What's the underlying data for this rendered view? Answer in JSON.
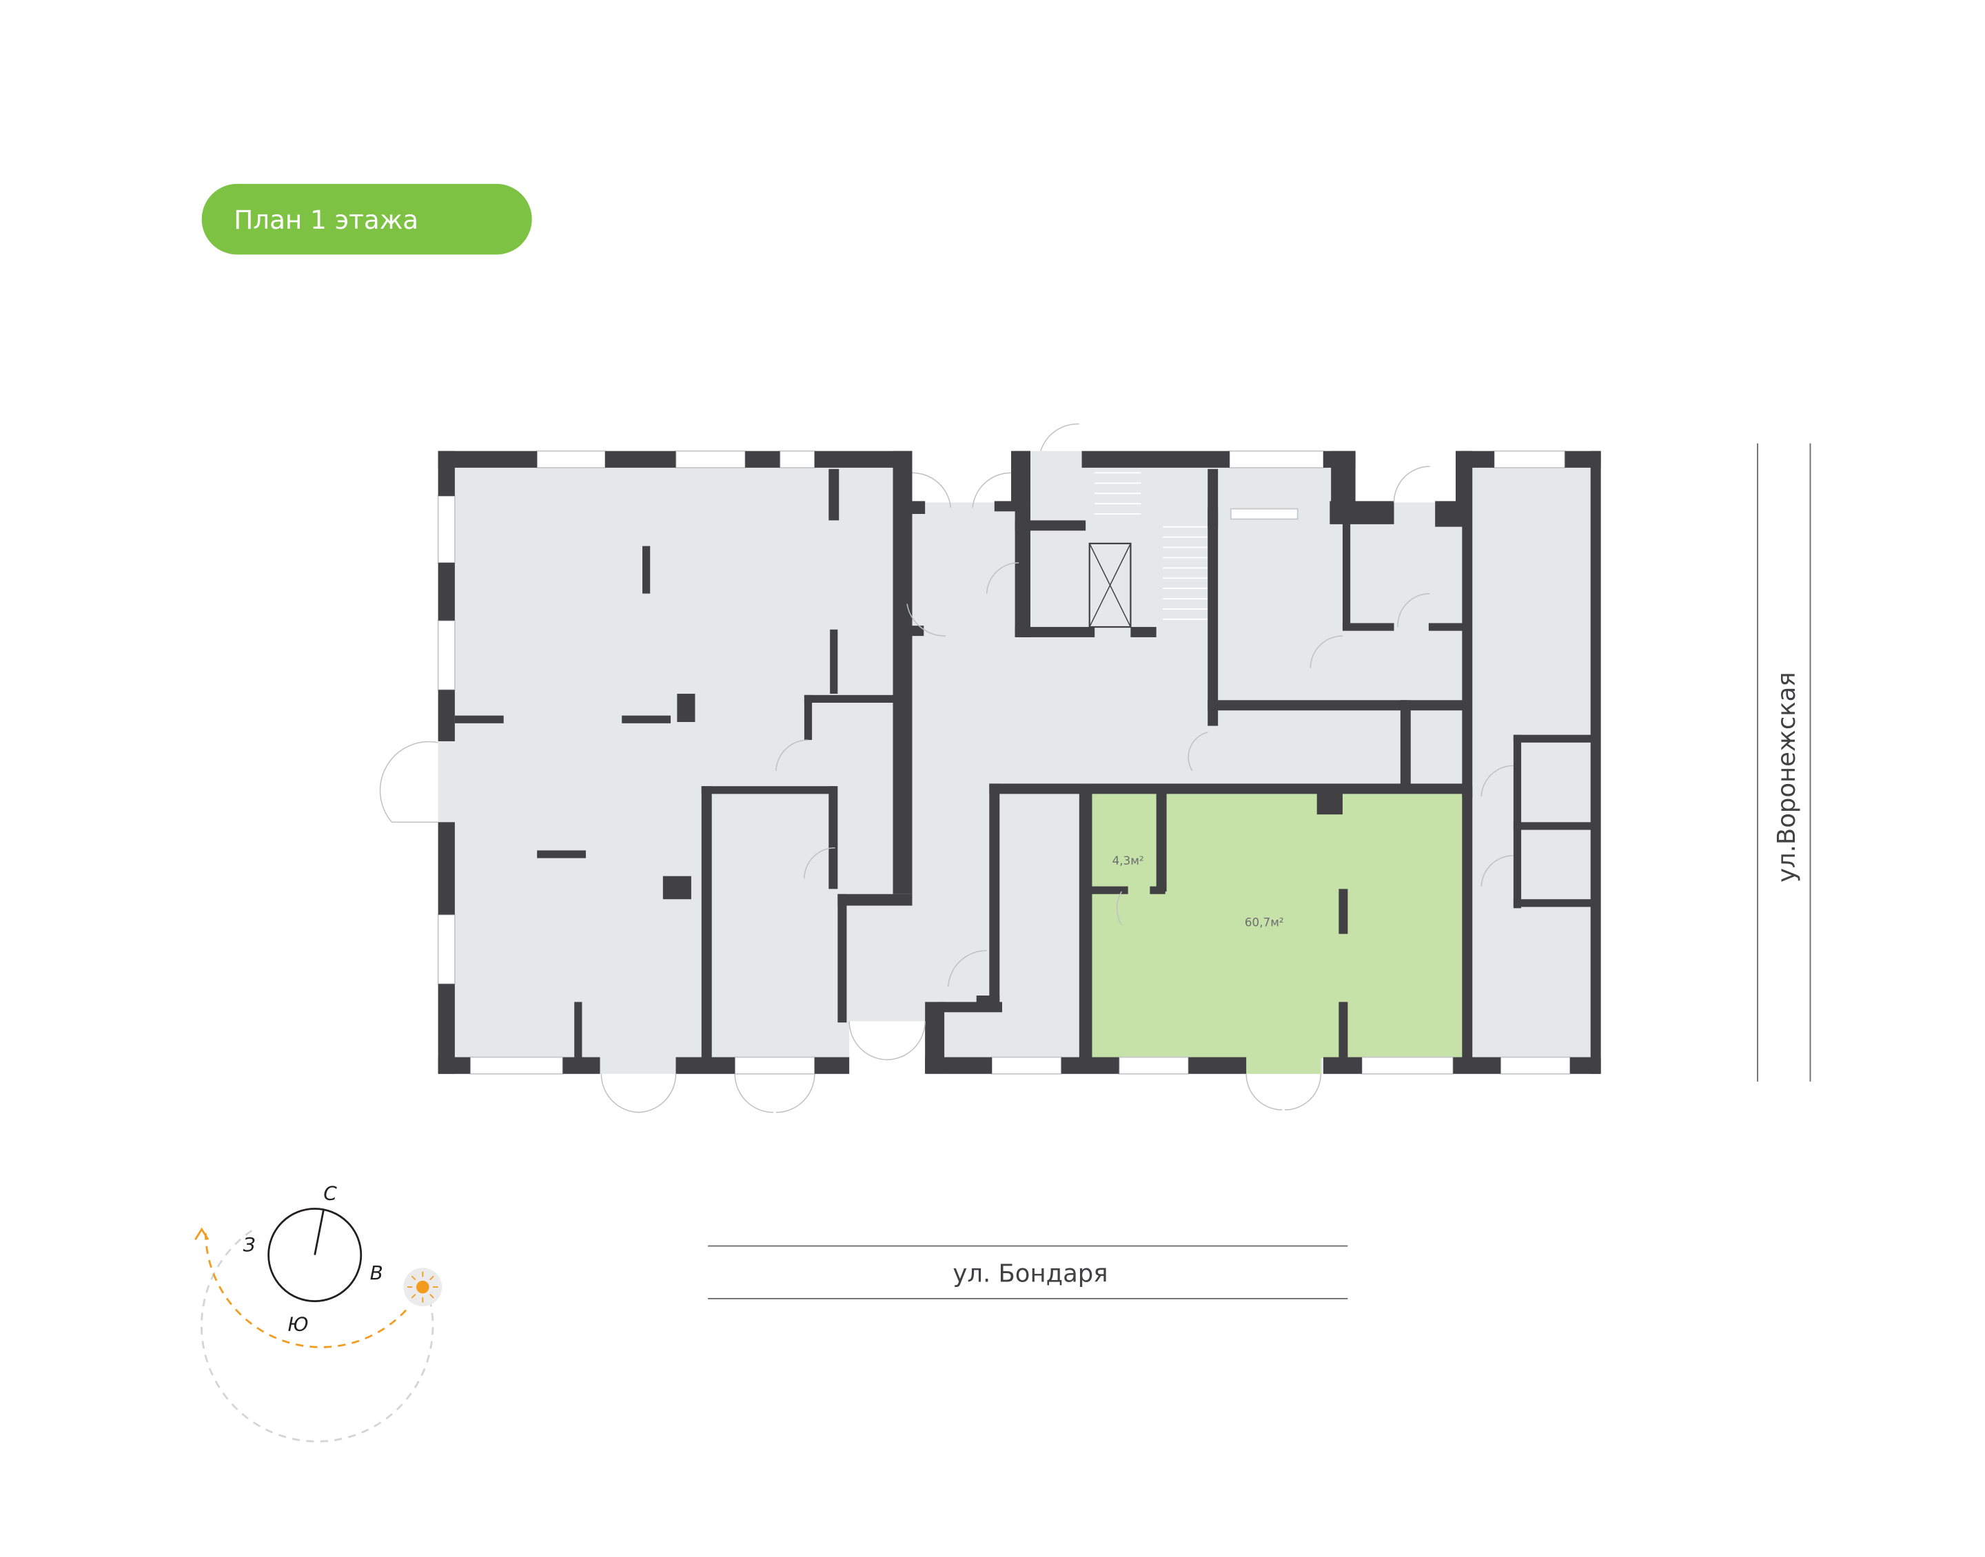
{
  "title": "План 1 этажа",
  "streets": {
    "bottom": "ул.  Бондаря",
    "right": "ул.Воронежская"
  },
  "rooms": {
    "bathroom_area": "4,3м²",
    "main_area": "60,7м²"
  },
  "compass": {
    "north": "С",
    "west": "З",
    "east": "В",
    "south": "Ю"
  },
  "colors": {
    "accent": "#7dc242",
    "highlight": "#c6e2a8",
    "floor": "#e6e7e8",
    "wall": "#414042",
    "sun": "#f29c1f"
  }
}
